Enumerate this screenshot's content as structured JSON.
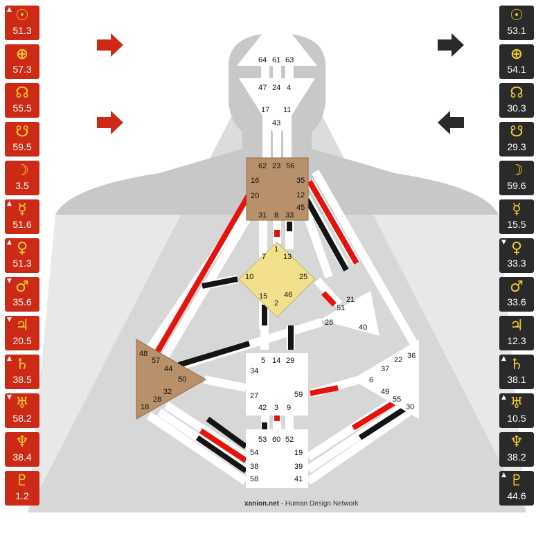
{
  "colors": {
    "design": "#cc2a16",
    "personality": "#2a2a2a",
    "glyph": "#f2cc2a",
    "defined_center": "#b8916a",
    "g_center": "#f3e08c",
    "body_bg": "#dcdcdc"
  },
  "left_planets": [
    {
      "glyph": "☉",
      "value": "51.3",
      "mark": "▲"
    },
    {
      "glyph": "⊕",
      "value": "57.3",
      "mark": ""
    },
    {
      "glyph": "☊",
      "value": "55.5",
      "mark": ""
    },
    {
      "glyph": "☋",
      "value": "59.5",
      "mark": ""
    },
    {
      "glyph": "☽",
      "value": "3.5",
      "mark": ""
    },
    {
      "glyph": "☿",
      "value": "51.6",
      "mark": "▲"
    },
    {
      "glyph": "♀",
      "value": "51.3",
      "mark": "▲"
    },
    {
      "glyph": "♂",
      "value": "35.6",
      "mark": "▼"
    },
    {
      "glyph": "♃",
      "value": "20.5",
      "mark": "▼"
    },
    {
      "glyph": "♄",
      "value": "38.5",
      "mark": "▲"
    },
    {
      "glyph": "♅",
      "value": "58.2",
      "mark": "▼"
    },
    {
      "glyph": "♆",
      "value": "38.4",
      "mark": ""
    },
    {
      "glyph": "♇",
      "value": "1.2",
      "mark": ""
    }
  ],
  "right_planets": [
    {
      "glyph": "☉",
      "value": "53.1",
      "mark": ""
    },
    {
      "glyph": "⊕",
      "value": "54.1",
      "mark": ""
    },
    {
      "glyph": "☊",
      "value": "30.3",
      "mark": ""
    },
    {
      "glyph": "☋",
      "value": "29.3",
      "mark": ""
    },
    {
      "glyph": "☽",
      "value": "59.6",
      "mark": ""
    },
    {
      "glyph": "☿",
      "value": "15.5",
      "mark": ""
    },
    {
      "glyph": "♀",
      "value": "33.3",
      "mark": "▼"
    },
    {
      "glyph": "♂",
      "value": "33.6",
      "mark": ""
    },
    {
      "glyph": "♃",
      "value": "12.3",
      "mark": ""
    },
    {
      "glyph": "♄",
      "value": "38.1",
      "mark": "▲"
    },
    {
      "glyph": "♅",
      "value": "10.5",
      "mark": "▲"
    },
    {
      "glyph": "♆",
      "value": "38.2",
      "mark": ""
    },
    {
      "glyph": "♇",
      "value": "44.6",
      "mark": "▲"
    }
  ],
  "gates": {
    "head": [
      "64",
      "61",
      "63"
    ],
    "ajna": [
      "47",
      "24",
      "4",
      "17",
      "11",
      "43"
    ],
    "throat": [
      "62",
      "23",
      "56",
      "16",
      "35",
      "20",
      "12",
      "45",
      "31",
      "8",
      "33"
    ],
    "g": [
      "1",
      "7",
      "13",
      "10",
      "25",
      "15",
      "46",
      "2"
    ],
    "heart": [
      "21",
      "51",
      "26",
      "40"
    ],
    "spleen": [
      "48",
      "57",
      "44",
      "50",
      "32",
      "28",
      "18"
    ],
    "sacral": [
      "5",
      "14",
      "29",
      "34",
      "27",
      "59",
      "42",
      "3",
      "9"
    ],
    "solar": [
      "36",
      "22",
      "37",
      "6",
      "49",
      "55",
      "30"
    ],
    "root": [
      "53",
      "60",
      "52",
      "54",
      "19",
      "38",
      "39",
      "58",
      "41"
    ]
  },
  "footer": {
    "site": "xanion.net",
    "sep": " - ",
    "text": "Human Design Network"
  }
}
